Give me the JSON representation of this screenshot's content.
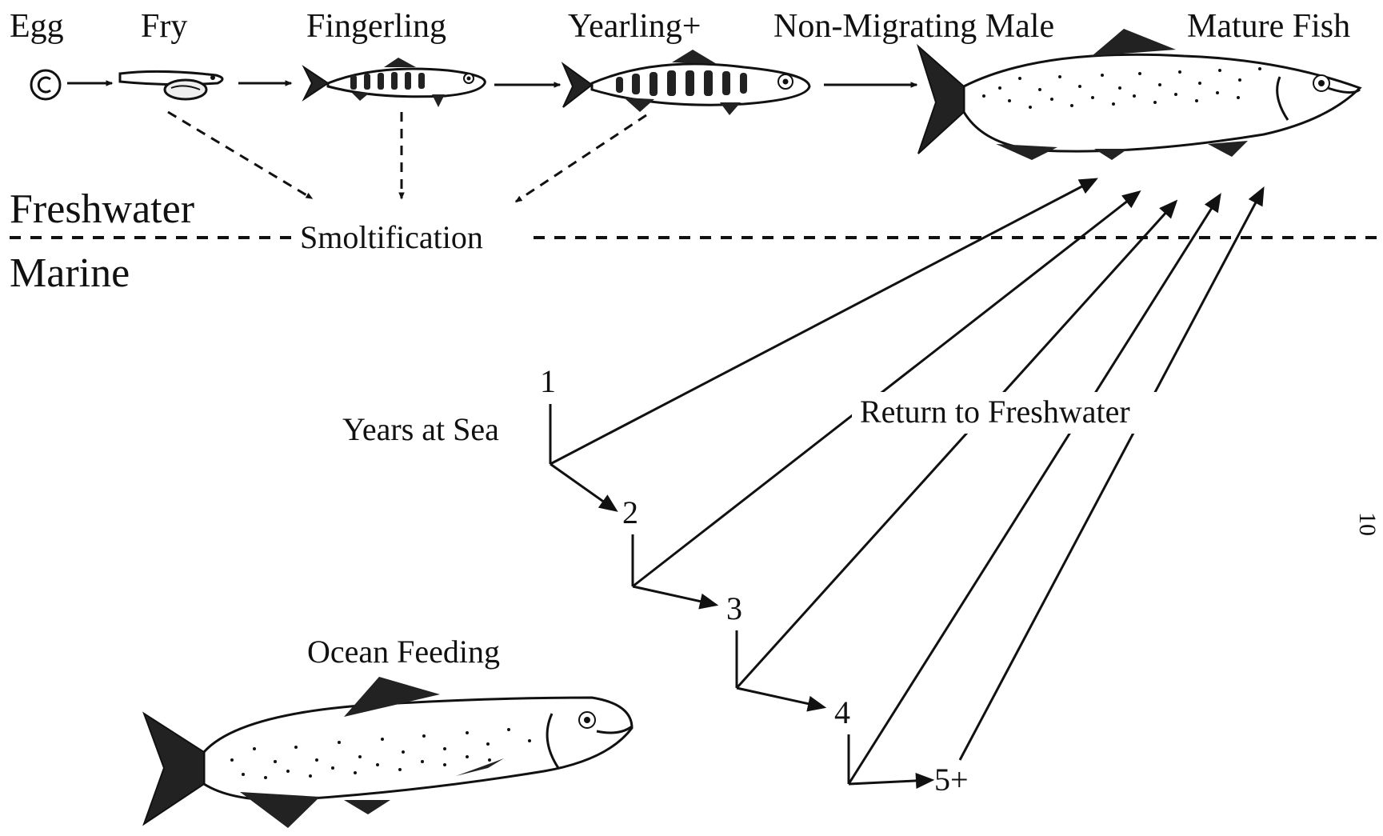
{
  "stages": {
    "egg": "Egg",
    "fry": "Fry",
    "fingerling": "Fingerling",
    "yearling": "Yearling+",
    "non_migrating_male": "Non-Migrating Male",
    "mature_fish": "Mature Fish"
  },
  "zones": {
    "freshwater": "Freshwater",
    "marine": "Marine"
  },
  "smoltification": "Smoltification",
  "years_at_sea_label": "Years at Sea",
  "return_label": "Return to Freshwater",
  "ocean_feeding": "Ocean Feeding",
  "years": [
    "1",
    "2",
    "3",
    "4",
    "5+"
  ],
  "page_number": "10",
  "colors": {
    "ink": "#111111",
    "background": "#ffffff"
  }
}
